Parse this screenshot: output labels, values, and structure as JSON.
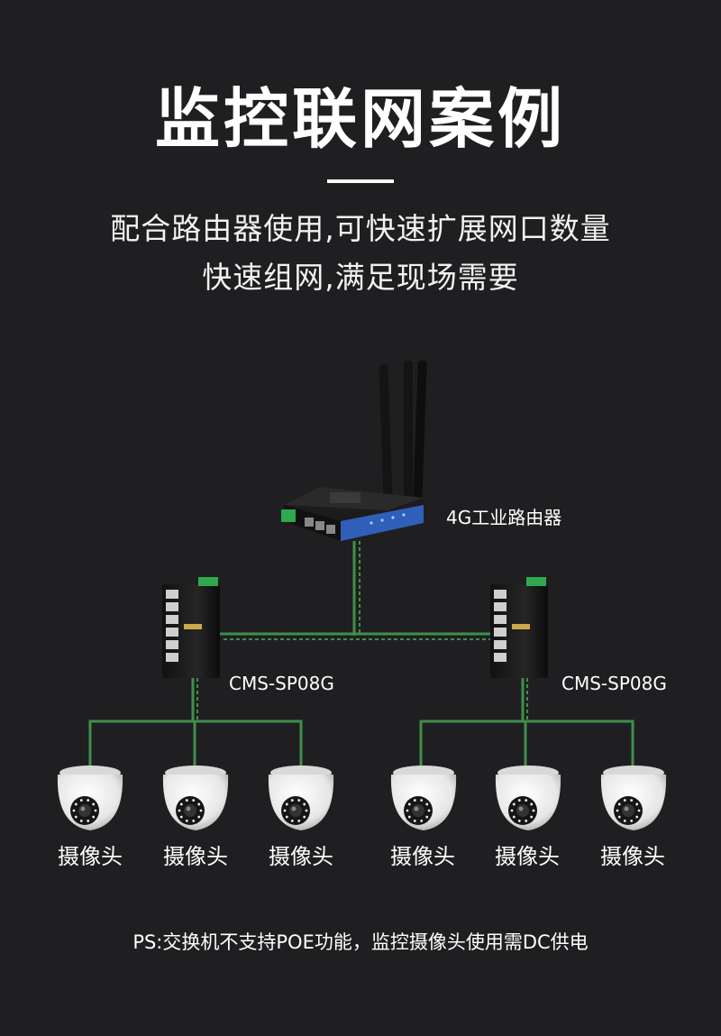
{
  "header": {
    "title": "监控联网案例",
    "subtitle_line1": "配合路由器使用,可快速扩展网口数量",
    "subtitle_line2": "快速组网,满足现场需要"
  },
  "diagram": {
    "router_label": "4G工业路由器",
    "switch_left_label": "CMS-SP08G",
    "switch_right_label": "CMS-SP08G",
    "camera_label": "摄像头",
    "cameras": [
      "摄像头",
      "摄像头",
      "摄像头",
      "摄像头",
      "摄像头",
      "摄像头"
    ],
    "link_color": "#3f8f4a",
    "router_color": "#2f5fb8"
  },
  "footnote": "PS:交换机不支持POE功能，监控摄像头使用需DC供电"
}
